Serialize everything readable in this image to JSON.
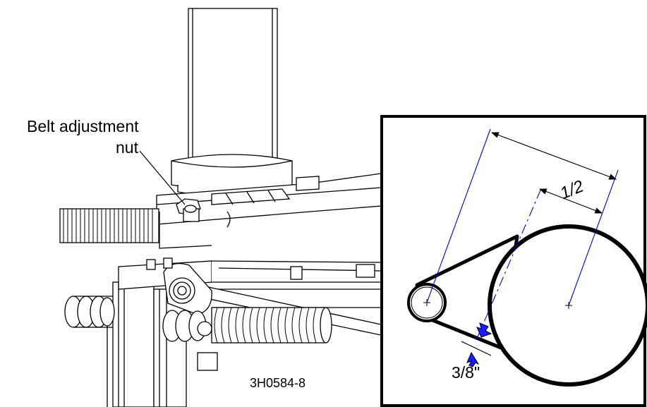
{
  "labels": {
    "callout": [
      "Belt adjustment",
      "nut"
    ],
    "figure_code": "3H0584-8",
    "dim_half": "1/2",
    "dim_gap": "3/8\""
  },
  "colors": {
    "line": "#000000",
    "centerline": "#0000cc",
    "arrow_fill": "#1a1aff",
    "background": "#ffffff"
  }
}
